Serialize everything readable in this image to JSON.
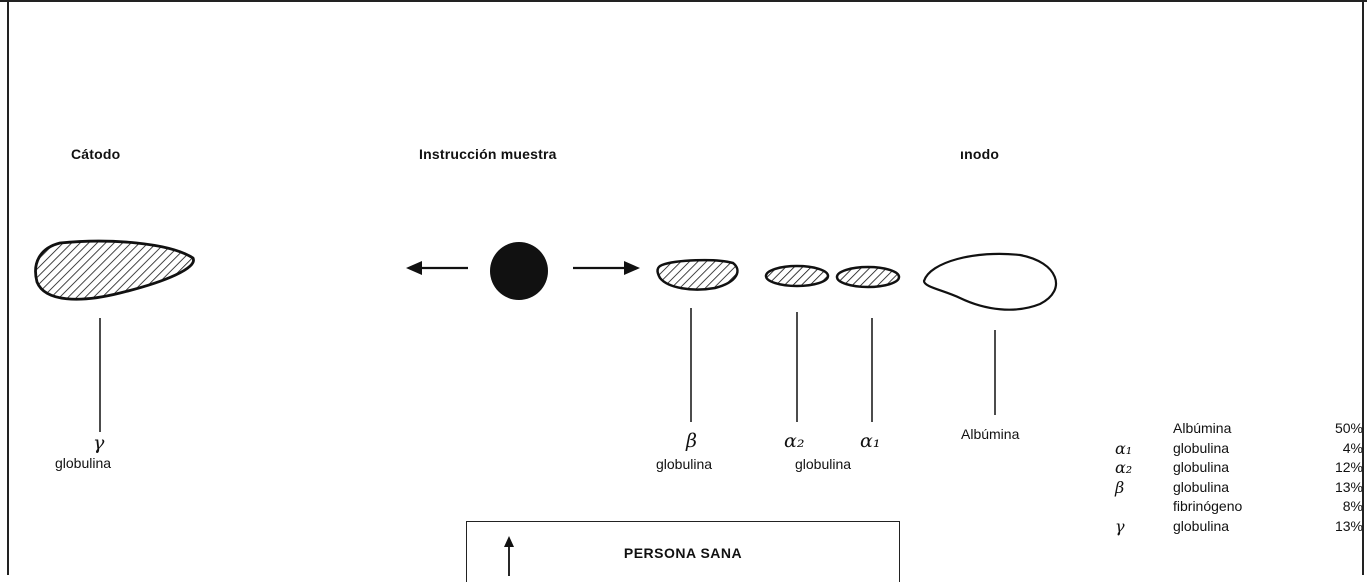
{
  "electrodes": {
    "cathode": "Cátodo",
    "sample_introduction": "Instrucción muestra",
    "anode": "ınodo"
  },
  "fractions": {
    "gamma_symbol": "γ",
    "gamma_label": "globulina",
    "beta_symbol": "β",
    "beta_label": "globulina",
    "alpha2_symbol": "α₂",
    "alpha1_symbol": "α₁",
    "alpha_label": "globulina",
    "albumin_label": "Albúmina"
  },
  "composition": [
    {
      "symbol": "",
      "name": "Albúmina",
      "percent": "50%"
    },
    {
      "symbol": "α₁",
      "name": "globulina",
      "percent": "4%"
    },
    {
      "symbol": "α₂",
      "name": "globulina",
      "percent": "12%"
    },
    {
      "symbol": "β",
      "name": "globulina",
      "percent": "13%"
    },
    {
      "symbol": "",
      "name": "fibrinógeno",
      "percent": "8%"
    },
    {
      "symbol": "γ",
      "name": "globulina",
      "percent": "13%"
    }
  ],
  "healthy_panel": {
    "title": "PERSONA SANA"
  }
}
